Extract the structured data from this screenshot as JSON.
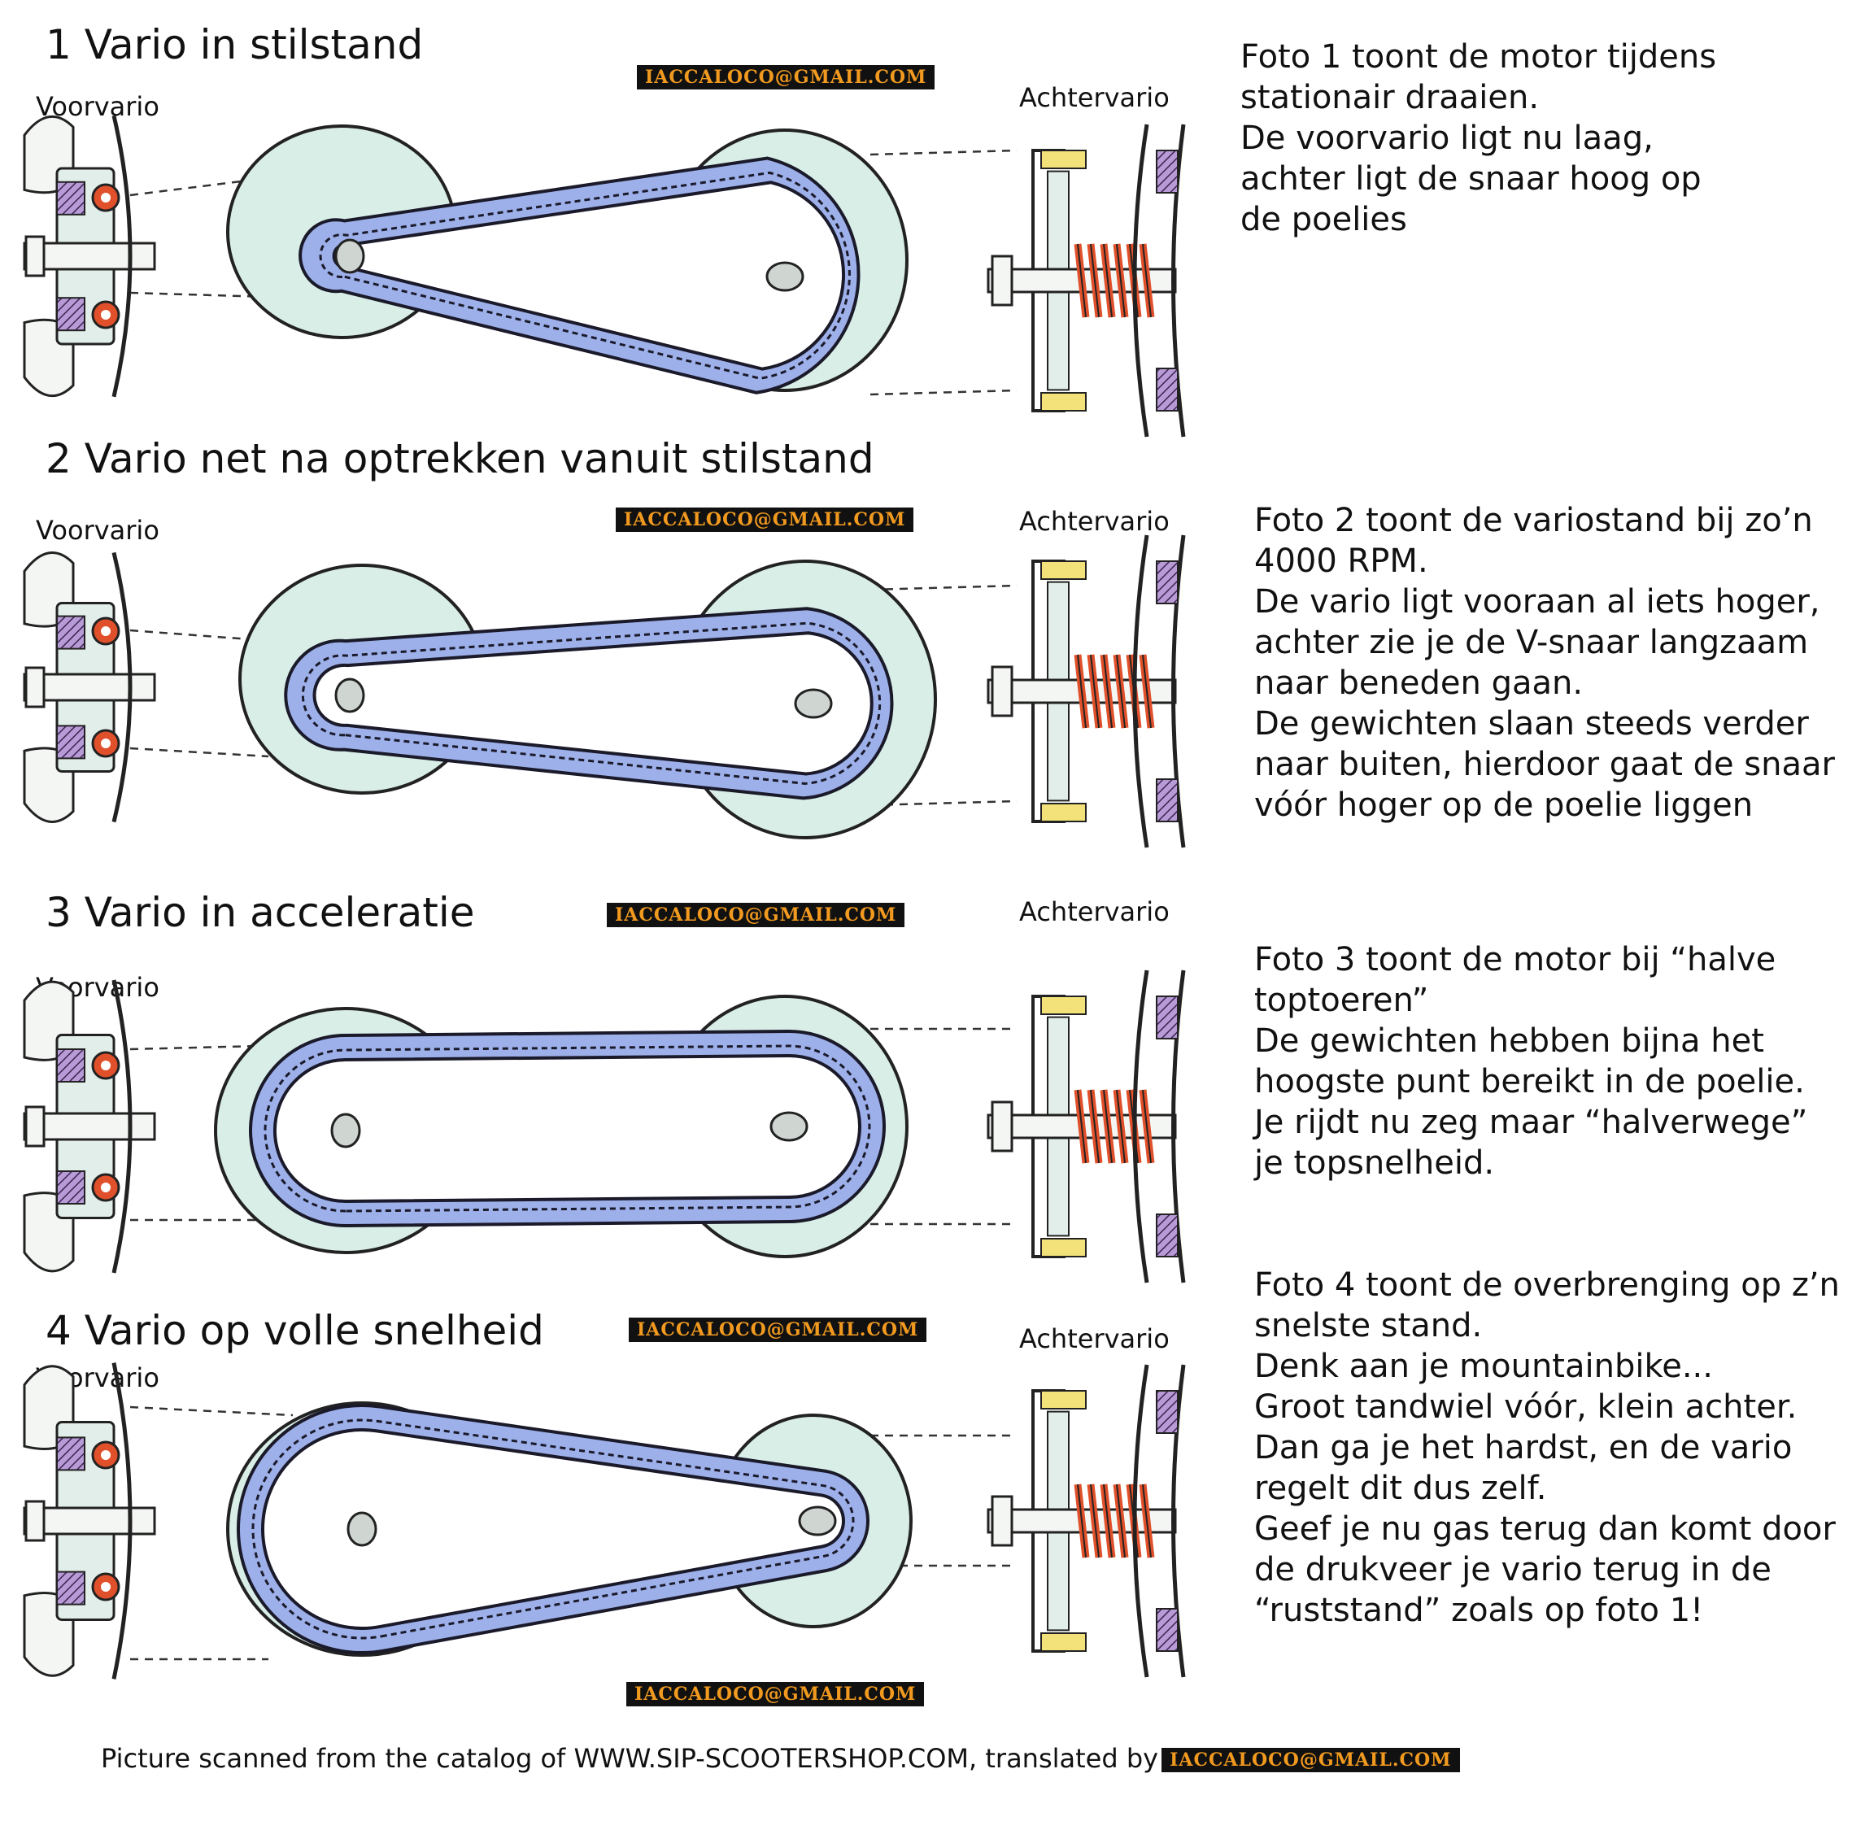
{
  "panels": [
    {
      "title": "1 Vario in stilstand",
      "front_label": "Voorvario",
      "rear_label": "Achtervario",
      "email": "IACCALOCO@GMAIL.COM",
      "description": [
        "Foto 1 toont de motor tijdens",
        "stationair draaien.",
        "De voorvario ligt nu laag,",
        "achter ligt de snaar hoog op",
        "de poelies"
      ]
    },
    {
      "title": "2 Vario net na optrekken vanuit stilstand",
      "front_label": "Voorvario",
      "rear_label": "Achtervario",
      "email": "IACCALOCO@GMAIL.COM",
      "description": [
        "Foto 2 toont de variostand bij zo’n",
        "4000 RPM.",
        "De vario ligt vooraan al iets hoger,",
        "achter zie je de V-snaar langzaam",
        "naar beneden gaan.",
        "De gewichten slaan steeds verder",
        "naar buiten, hierdoor gaat de snaar",
        "vóór hoger op de poelie liggen"
      ]
    },
    {
      "title": "3 Vario in acceleratie",
      "front_label": "Voorvario",
      "rear_label": "Achtervario",
      "email": "IACCALOCO@GMAIL.COM",
      "description": [
        "Foto 3 toont de motor bij “halve",
        "toptoeren”",
        "De gewichten hebben bijna het",
        "hoogste punt bereikt in de poelie.",
        "Je rijdt nu zeg maar “halverwege”",
        "je topsnelheid."
      ]
    },
    {
      "title": "4 Vario op volle snelheid",
      "front_label": "Voorvario",
      "rear_label": "Achtervario",
      "email": "IACCALOCO@GMAIL.COM",
      "description": [
        "Foto 4 toont de overbrenging op z’n",
        "snelste stand.",
        "Denk aan je mountainbike...",
        "Groot tandwiel vóór, klein achter.",
        "Dan ga je het hardst, en de vario",
        "regelt dit dus zelf.",
        "Geef je nu gas terug dan komt door",
        "de drukveer je vario terug in de",
        "“ruststand” zoals op foto 1!"
      ]
    }
  ],
  "bottom_email": "IACCALOCO@GMAIL.COM",
  "footer": {
    "text": "Picture scanned from the catalog of WWW.SIP-SCOOTERSHOP.COM, translated by",
    "email": "IACCALOCO@GMAIL.COM"
  },
  "colors": {
    "pulley": "#d9eee6",
    "belt": "#9eb0ea",
    "belt_outline": "#1a1a2a",
    "spring": "#e0502a",
    "weight_red": "#e0502a",
    "hatch": "#b79ad6",
    "yellow": "#f3e27a",
    "badge_bg": "#111111",
    "badge_text": "#f29a1f"
  }
}
